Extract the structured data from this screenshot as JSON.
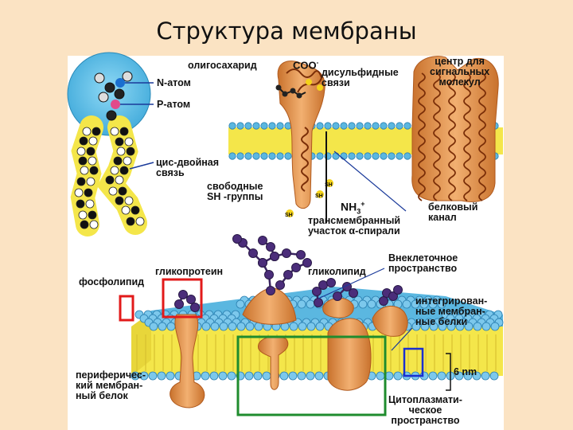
{
  "title": "Структура мембраны",
  "labels": {
    "oligosaccharide": "олигосахарид",
    "coo": "COO",
    "coo_sup": "-",
    "disulfide": "дисульфидные\nсвязи",
    "signal_center": "центр для\nсигнальных\nмолекул",
    "n_atom": "N-атом",
    "p_atom": "P-атом",
    "cis_double_bond": "цис-двойная\nсвязь",
    "free_sh": "свободные\nSH -группы",
    "nh3": "NH",
    "nh3_sub": "3",
    "nh3_sup": "+",
    "protein_channel": "белковый\nканал",
    "transmembrane": "трансмембранный\nучасток α-спирали",
    "extracellular": "Внеклеточное\nпространство",
    "glycoprotein": "гликопротеин",
    "glycolipid": "гликолипид",
    "phospholipid": "фосфолипид",
    "integrated_proteins": "интегрирован-\nные мембран-\nные белки",
    "peripheral_protein": "периферичес-\nкий мембран-\nный белок",
    "thickness": "6 nm",
    "cytoplasmic": "Цитоплазмати-\nческое\nпространство",
    "sh1": "SH",
    "sh2": "SH",
    "sh3": "SH"
  },
  "colors": {
    "background": "#FBE3C3",
    "head_blue": "#5BC0E8",
    "lipid_yellow": "#F4E64A",
    "protein_orange": "#E3954A",
    "protein_dark": "#B05A1E",
    "sugar_purple": "#4B2D7A",
    "frame_red": "#E21A1A",
    "frame_green": "#1F8C2E",
    "frame_blue": "#1A2FD0"
  }
}
